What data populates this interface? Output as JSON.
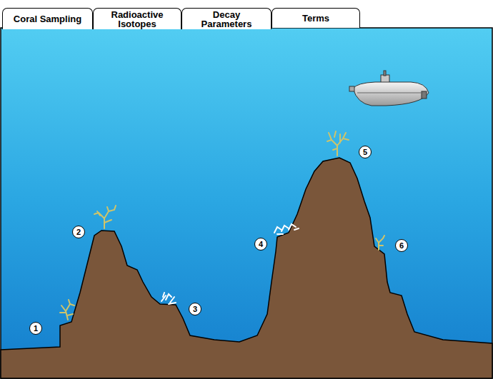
{
  "diagram": {
    "nodes": [
      {
        "text": [
          "Coral Sampling"
        ]
      },
      {
        "text": [
          "Radioactive Isotopes"
        ]
      },
      {
        "text": [
          "Decay Parameters"
        ]
      },
      {
        "text": [
          "Terms"
        ]
      },
      {
        "text": [
          "1"
        ]
      },
      {
        "text": [
          "2"
        ]
      },
      {
        "text": [
          "3"
        ]
      },
      {
        "text": [
          "4"
        ]
      },
      {
        "text": [
          "5"
        ]
      },
      {
        "text": [
          "6"
        ]
      }
    ]
  }
}
